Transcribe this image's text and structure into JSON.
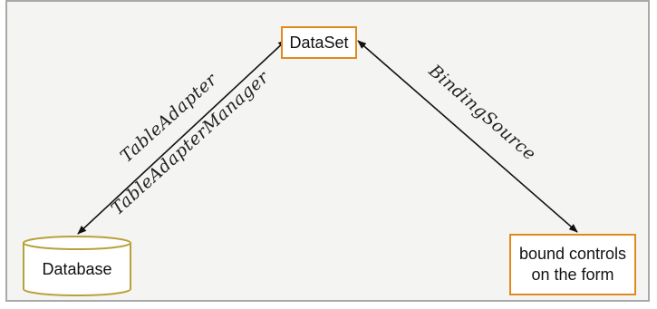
{
  "nodes": {
    "dataset": "DataSet",
    "database": "Database",
    "bound_controls": "bound controls\non the form"
  },
  "edges": {
    "left_labels": [
      "TableAdapter",
      "TableAdapterManager"
    ],
    "right_label": "BindingSource"
  },
  "colors": {
    "box_border": "#e08a1e",
    "cylinder_stroke": "#b8a13a",
    "frame_border": "#a9a9a9",
    "background": "#f4f4f2",
    "arrow": "#111111"
  }
}
